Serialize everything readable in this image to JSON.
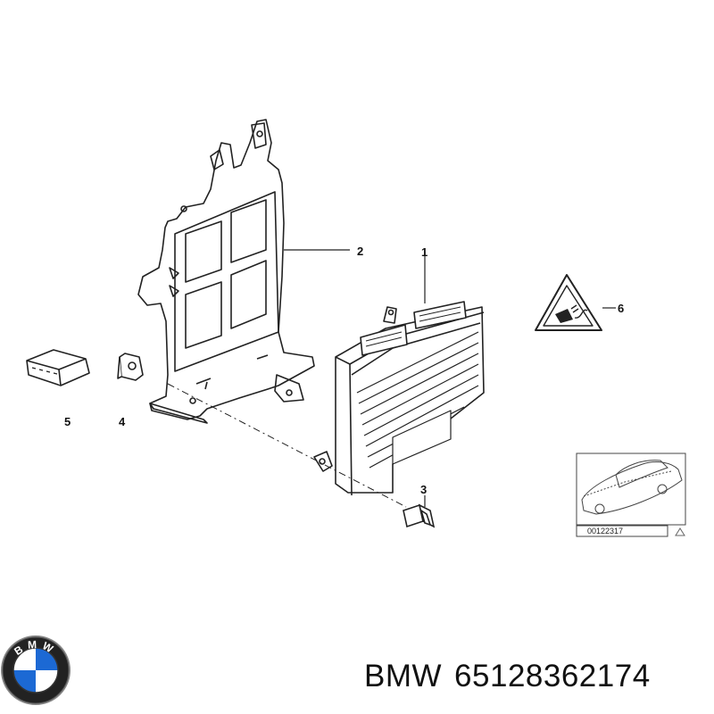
{
  "callouts": {
    "c1": "1",
    "c2": "2",
    "c3": "3",
    "c4": "4",
    "c5": "5",
    "c6": "6"
  },
  "thumbnail": {
    "ref_number": "00122317"
  },
  "logo": {
    "letters": "BMW"
  },
  "caption": {
    "brand": "BMW",
    "part_number": "65128362174"
  },
  "colors": {
    "ink": "#222222",
    "logo_blue": "#1c69d4",
    "logo_ring": "#111111"
  },
  "icons": {
    "warning": "electrical-warning-triangle-icon"
  }
}
